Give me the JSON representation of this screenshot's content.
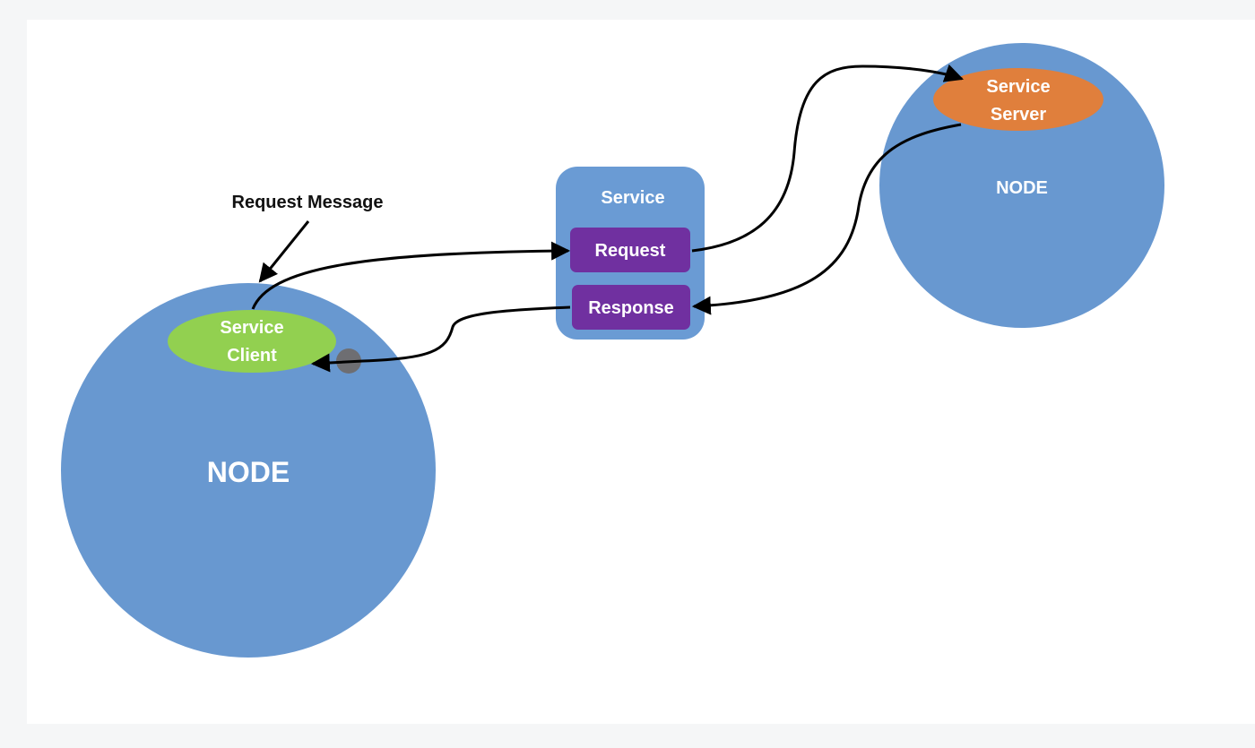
{
  "left_node": {
    "label": "NODE",
    "client_label_line1": "Service",
    "client_label_line2": "Client"
  },
  "right_node": {
    "label": "NODE",
    "server_label_line1": "Service",
    "server_label_line2": "Server"
  },
  "service": {
    "title": "Service",
    "request_label": "Request",
    "response_label": "Response"
  },
  "annotation": {
    "request_message": "Request Message"
  },
  "colors": {
    "node_blue": "#6898d0",
    "service_box_blue": "#6a9bd4",
    "purple": "#7030a0",
    "client_green": "#92d050",
    "server_orange": "#e07f3c",
    "dot_gray": "#6e6e72",
    "arrow": "#000000",
    "white_text": "#ffffff",
    "dark_text": "#111111"
  }
}
